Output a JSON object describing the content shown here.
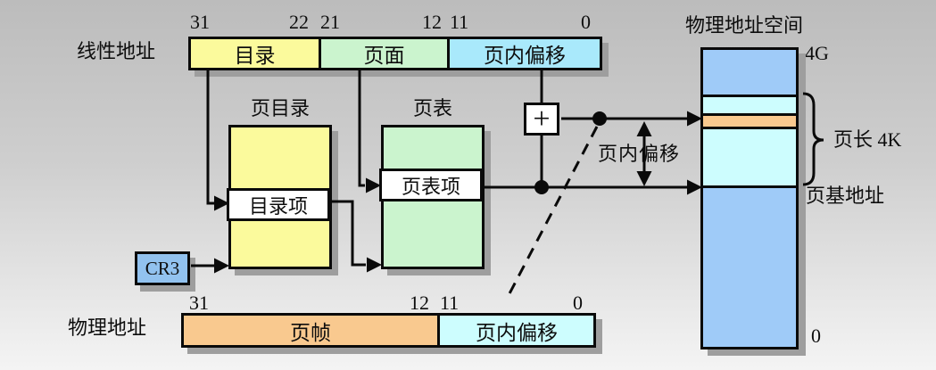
{
  "linear_address": {
    "label": "线性地址",
    "bits": [
      "31",
      "22",
      "21",
      "12",
      "11",
      "0"
    ],
    "fields": [
      {
        "label": "目录"
      },
      {
        "label": "页面"
      },
      {
        "label": "页内偏移"
      }
    ]
  },
  "page_directory": {
    "title": "页目录",
    "entry_label": "目录项"
  },
  "page_table": {
    "title": "页表",
    "entry_label": "页表项"
  },
  "cr3": {
    "label": "CR3"
  },
  "adder": {
    "label": "+"
  },
  "offset_span_label": "页内偏移",
  "physical_space": {
    "title": "物理地址空间",
    "top_label": "4G",
    "bottom_label": "0",
    "page_length_label": "页长 4K",
    "page_base_label": "页基地址"
  },
  "physical_address": {
    "label": "物理地址",
    "bits": [
      "31",
      "12",
      "11",
      "0"
    ],
    "fields": [
      {
        "label": "页帧"
      },
      {
        "label": "页内偏移"
      }
    ]
  },
  "colors": {
    "directory_yellow": "#fbfa9c",
    "page_green": "#cbf4ce",
    "offset_cyan_linear": "#a9e9fb",
    "offset_cyan_physical": "#cdfdfe",
    "frame_orange": "#f9c98f",
    "memory_blue": "#9fcbf8",
    "cr3_blue": "#92c2ef",
    "shadow_gray": "#9e9e9e",
    "ink": "#0a0a0a"
  }
}
